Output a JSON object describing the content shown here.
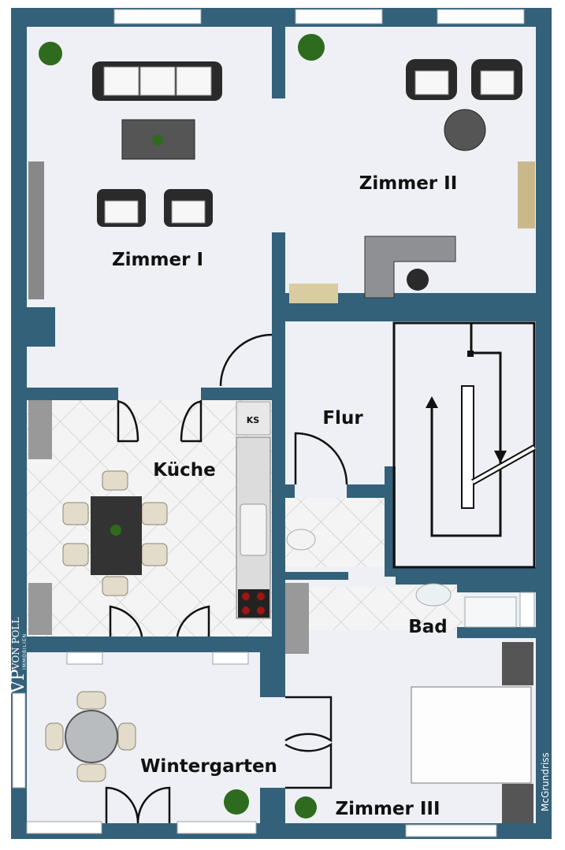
{
  "rooms": {
    "zimmer1": "Zimmer I",
    "zimmer2": "Zimmer II",
    "kueche": "Küche",
    "flur": "Flur",
    "bad": "Bad",
    "wintergarten": "Wintergarten",
    "zimmer3": "Zimmer III"
  },
  "fixtures": {
    "fridge_label": "KS"
  },
  "branding": {
    "logo_initials": "VP",
    "logo_name": "VON POLL",
    "logo_sub": "IMMOBILIEN",
    "credit": "McGrundriss"
  },
  "colors": {
    "wall": "#33617a",
    "floor": "#eef0f5"
  }
}
